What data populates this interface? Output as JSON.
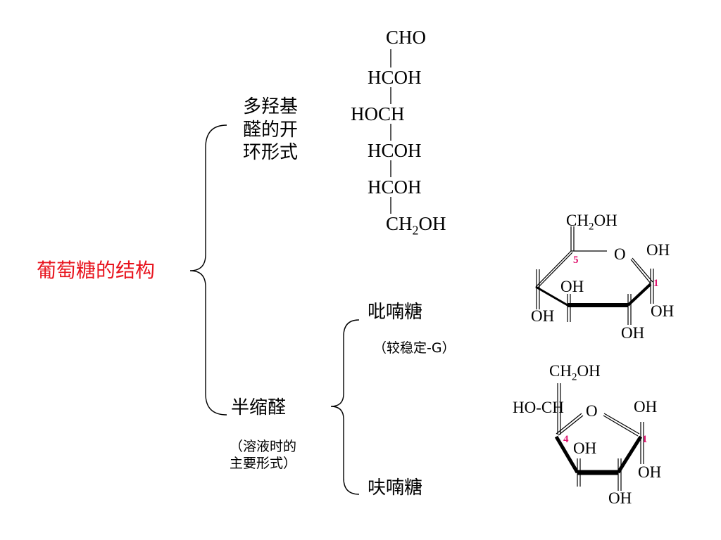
{
  "title": "葡萄糖的结构",
  "colors": {
    "accent": "#e8141e",
    "ring_number": "#e0156f"
  },
  "open_chain": {
    "label_lines": [
      "多羟基",
      "醛的开",
      "环形式"
    ],
    "rows": [
      "CHO",
      "HCOH",
      "HOCH",
      "HCOH",
      "HCOH"
    ],
    "last_main": "CH",
    "last_sub": "2",
    "last_tail": "OH"
  },
  "hemiacetal": {
    "label": "半缩醛",
    "note_lines": [
      "（溶液时的",
      "主要形式）"
    ]
  },
  "pyranose": {
    "label": "吡喃糖",
    "note": "（较稳定-G）",
    "top_main": "CH",
    "top_sub": "2",
    "top_tail": "OH",
    "ring_o": "O",
    "c5": "5",
    "c1": "1",
    "oh_right_top": "OH",
    "oh_c4": "OH",
    "oh_right_bottom": "OH",
    "oh_left": "OH",
    "oh_bottom": "OH"
  },
  "furanose": {
    "label": "呋喃糖",
    "top_main": "CH",
    "top_sub": "2",
    "top_tail": "OH",
    "side_group": "HO-CH",
    "ring_o": "O",
    "c4": "4",
    "c1": "1",
    "oh_right_top": "OH",
    "oh_inner": "OH",
    "oh_right_bottom": "OH",
    "oh_bottom": "OH"
  }
}
